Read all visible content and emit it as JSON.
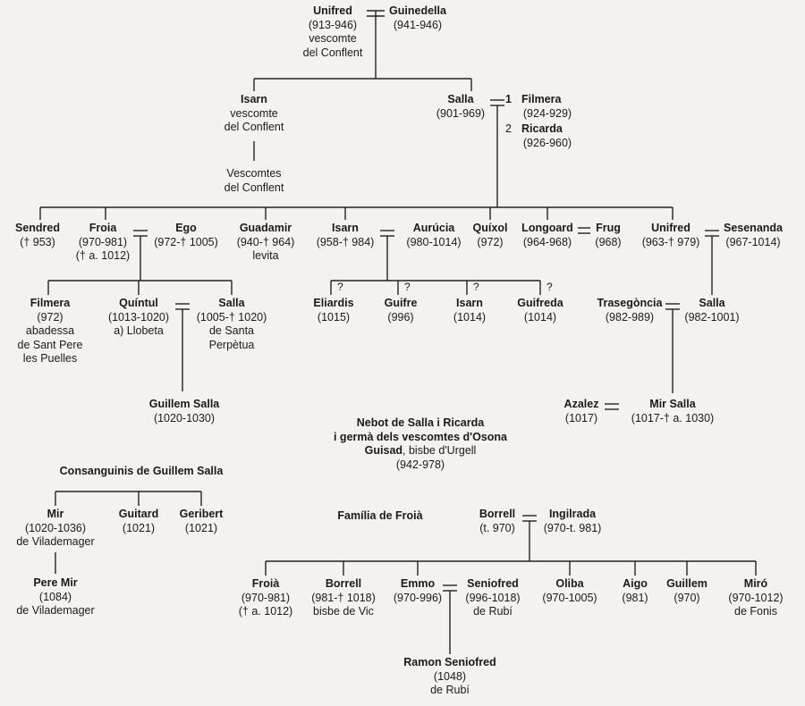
{
  "people": [
    {
      "id": "unifred",
      "name": "Unifred",
      "lines": [
        "(913-946)",
        "vescomte",
        "del Conflent"
      ]
    },
    {
      "id": "guinedella",
      "name": "Guinedella",
      "lines": [
        "(941-946)"
      ]
    },
    {
      "id": "isarn-vescomte",
      "name": "Isarn",
      "lines": [
        "vescomte",
        "del Conflent"
      ]
    },
    {
      "id": "vescomtes-conflent",
      "name": "",
      "lines": [
        "Vescomtes",
        "del Conflent"
      ]
    },
    {
      "id": "salla",
      "name": "Salla",
      "lines": [
        "(901-969)"
      ]
    },
    {
      "id": "filmera-ricarda",
      "name": "",
      "lines": []
    },
    {
      "id": "sendred",
      "name": "Sendred",
      "lines": [
        "(† 953)"
      ]
    },
    {
      "id": "froia",
      "name": "Froia",
      "lines": [
        "(970-981)",
        "(† a. 1012)"
      ]
    },
    {
      "id": "ego",
      "name": "Ego",
      "lines": [
        "(972-† 1005)"
      ]
    },
    {
      "id": "guadamir",
      "name": "Guadamir",
      "lines": [
        "(940-† 964)",
        "levita"
      ]
    },
    {
      "id": "isarn-958",
      "name": "Isarn",
      "lines": [
        "(958-† 984)"
      ]
    },
    {
      "id": "aurucia",
      "name": "Aurúcia",
      "lines": [
        "(980-1014)"
      ]
    },
    {
      "id": "quixol",
      "name": "Quíxol",
      "lines": [
        "(972)"
      ]
    },
    {
      "id": "longoard",
      "name": "Longoard",
      "lines": [
        "(964-968)"
      ]
    },
    {
      "id": "frug",
      "name": "Frug",
      "lines": [
        "(968)"
      ]
    },
    {
      "id": "unifred-963",
      "name": "Unifred",
      "lines": [
        "(963-† 979)"
      ]
    },
    {
      "id": "sesenanda",
      "name": "Sesenanda",
      "lines": [
        "(967-1014)"
      ]
    },
    {
      "id": "filmera-972",
      "name": "Filmera",
      "lines": [
        "(972)",
        "abadessa",
        "de Sant Pere",
        "les Puelles"
      ]
    },
    {
      "id": "quintul",
      "name": "Quíntul",
      "lines": [
        "(1013-1020)",
        "a) Llobeta"
      ]
    },
    {
      "id": "salla-1005",
      "name": "Salla",
      "lines": [
        "(1005-† 1020)",
        "de Santa",
        "Perpètua"
      ]
    },
    {
      "id": "eliardis",
      "name": "Eliardis",
      "lines": [
        "(1015)"
      ]
    },
    {
      "id": "guifre",
      "name": "Guifre",
      "lines": [
        "(996)"
      ]
    },
    {
      "id": "isarn-1014",
      "name": "Isarn",
      "lines": [
        "(1014)"
      ]
    },
    {
      "id": "guifreda",
      "name": "Guifreda",
      "lines": [
        "(1014)"
      ]
    },
    {
      "id": "trasegoncia",
      "name": "Trasegòncia",
      "lines": [
        "(982-989)"
      ]
    },
    {
      "id": "salla-982",
      "name": "Salla",
      "lines": [
        "(982-1001)"
      ]
    },
    {
      "id": "guillem-salla",
      "name": "Guillem Salla",
      "lines": [
        "(1020-1030)"
      ]
    },
    {
      "id": "azalez",
      "name": "Azalez",
      "lines": [
        "(1017)"
      ]
    },
    {
      "id": "mir-salla",
      "name": "Mir Salla",
      "lines": [
        "(1017-† a. 1030)"
      ]
    },
    {
      "id": "guisad",
      "name": "Guisad",
      "lines": [
        "(942-978)"
      ]
    },
    {
      "id": "mir",
      "name": "Mir",
      "lines": [
        "(1020-1036)",
        "de Vilademager"
      ]
    },
    {
      "id": "guitard",
      "name": "Guitard",
      "lines": [
        "(1021)"
      ]
    },
    {
      "id": "geribert",
      "name": "Geribert",
      "lines": [
        "(1021)"
      ]
    },
    {
      "id": "pere-mir",
      "name": "Pere Mir",
      "lines": [
        "(1084)",
        "de Vilademager"
      ]
    },
    {
      "id": "borrell-970",
      "name": "Borrell",
      "lines": [
        "(t. 970)"
      ]
    },
    {
      "id": "ingilrada",
      "name": "Ingilrada",
      "lines": [
        "(970-t. 981)"
      ]
    },
    {
      "id": "froia-970",
      "name": "Froià",
      "lines": [
        "(970-981)",
        "(† a. 1012)"
      ]
    },
    {
      "id": "borrell-vic",
      "name": "Borrell",
      "lines": [
        "(981-† 1018)",
        "bisbe de Vic"
      ]
    },
    {
      "id": "emmo",
      "name": "Emmo",
      "lines": [
        "(970-996)"
      ]
    },
    {
      "id": "seniofred",
      "name": "Seniofred",
      "lines": [
        "(996-1018)",
        "de Rubí"
      ]
    },
    {
      "id": "oliba",
      "name": "Oliba",
      "lines": [
        "(970-1005)"
      ]
    },
    {
      "id": "aigo",
      "name": "Aigo",
      "lines": [
        "(981)"
      ]
    },
    {
      "id": "guillem",
      "name": "Guillem",
      "lines": [
        "(970)"
      ]
    },
    {
      "id": "miro",
      "name": "Miró",
      "lines": [
        "(970-1012)",
        "de Fonis"
      ]
    },
    {
      "id": "ramon-seniofred",
      "name": "Ramon Seniofred",
      "lines": [
        "(1048)",
        "de Rubí"
      ]
    }
  ],
  "spouses_salla": {
    "first_num": "1",
    "first_name": "Filmera",
    "first_dates": "(924-929)",
    "second_num": "2",
    "second_name": "Ricarda",
    "second_dates": "(926-960)"
  },
  "uncertain_mark": "?",
  "headings": {
    "nebot_line1": "Nebot de Salla i Ricarda",
    "nebot_line2": "i germà dels vescomtes d'Osona",
    "nebot_guisad": "Guisad",
    "nebot_guisad_rest": ", bisbe d'Urgell",
    "consanguinis": "Consanguinis de Guillem Salla",
    "familia": "Família de Froià"
  }
}
